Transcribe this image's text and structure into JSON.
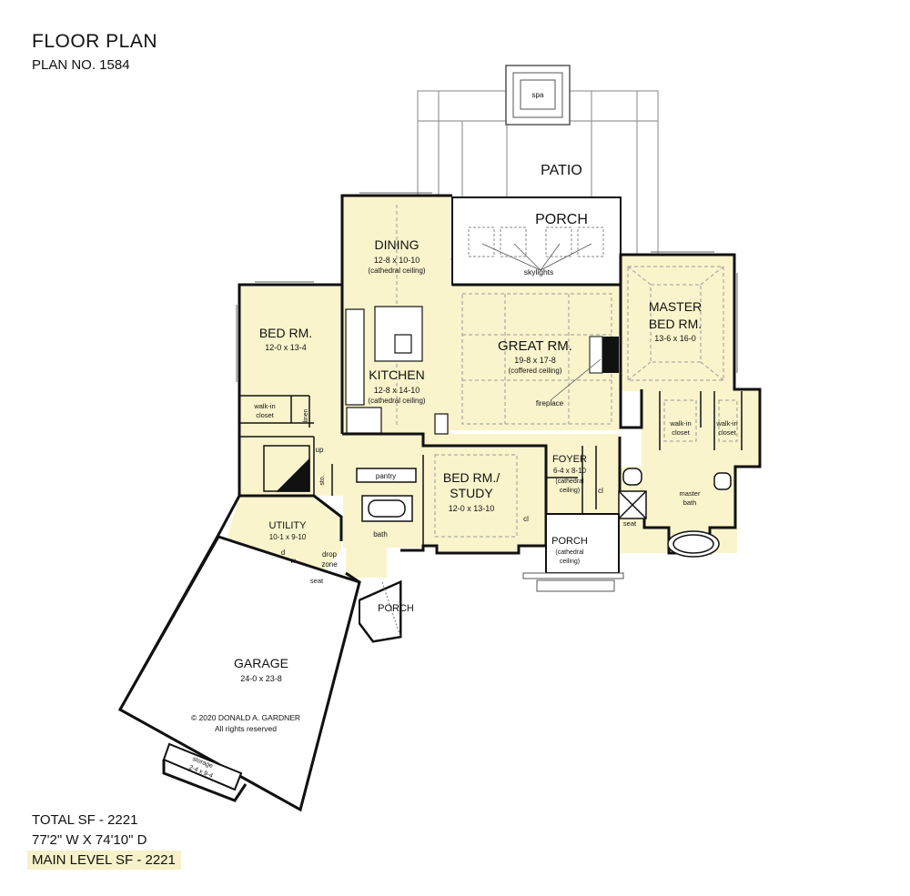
{
  "header": {
    "title": "FLOOR PLAN",
    "plan_no": "PLAN NO. 1584"
  },
  "footer": {
    "total_sf": "TOTAL SF - 2221",
    "dimensions": "77'2\" W X 74'10\" D",
    "main_level_sf": "MAIN LEVEL SF - 2221"
  },
  "colors": {
    "fill": "#faf4cc",
    "wall": "#111111",
    "outline": "#9a9a9a"
  },
  "rooms": {
    "spa": "spa",
    "patio": "PATIO",
    "rear_porch": "PORCH",
    "skylights": "skylights",
    "dining": {
      "name": "DINING",
      "size": "12-8 x 10-10",
      "note": "(cathedral ceiling)"
    },
    "kitchen": {
      "name": "KITCHEN",
      "size": "12-8 x 14-10",
      "note": "(cathedral ceiling)"
    },
    "great_room": {
      "name": "GREAT RM.",
      "size": "19-8 x 17-8",
      "note": "(coffered ceiling)"
    },
    "fireplace": "fireplace",
    "master_bed": {
      "name1": "MASTER",
      "name2": "BED RM.",
      "size": "13-6 x 16-0"
    },
    "bed_room": {
      "name": "BED RM.",
      "size": "12-0 x 13-4"
    },
    "walkin_closet_left": {
      "line1": "walk-in",
      "line2": "closet"
    },
    "linen": "linen",
    "up": "up",
    "sto": "sto.",
    "pantry": "pantry",
    "bath": "bath",
    "study": {
      "name1": "BED RM./",
      "name2": "STUDY",
      "size": "12-0 x 13-10"
    },
    "cl1": "cl",
    "cl2": "cl",
    "foyer": {
      "name": "FOYER",
      "size": "6-4 x 8-10",
      "note1": "(cathedral",
      "note2": "ceiling)"
    },
    "walkin_closet_m1": {
      "line1": "walk-in",
      "line2": "closet"
    },
    "walkin_closet_m2": {
      "line1": "walk-in",
      "line2": "closet"
    },
    "master_bath": {
      "line1": "master",
      "line2": "bath"
    },
    "seat_bath": "seat",
    "front_porch": {
      "name": "PORCH",
      "note1": "(cathedral",
      "note2": "ceiling)"
    },
    "utility": {
      "name": "UTILITY",
      "size": "10-1 x 9-10"
    },
    "dryer": "d",
    "washer": "w",
    "drop_zone": {
      "line1": "drop",
      "line2": "zone"
    },
    "seat_utility": "seat",
    "side_porch": "PORCH",
    "garage": {
      "name": "GARAGE",
      "size": "24-0 x 23-8"
    },
    "storage": {
      "line1": "storage",
      "line2": "2-4 x 9-4"
    }
  },
  "copyright": {
    "line1": "© 2020 DONALD A. GARDNER",
    "line2": "All rights reserved"
  }
}
